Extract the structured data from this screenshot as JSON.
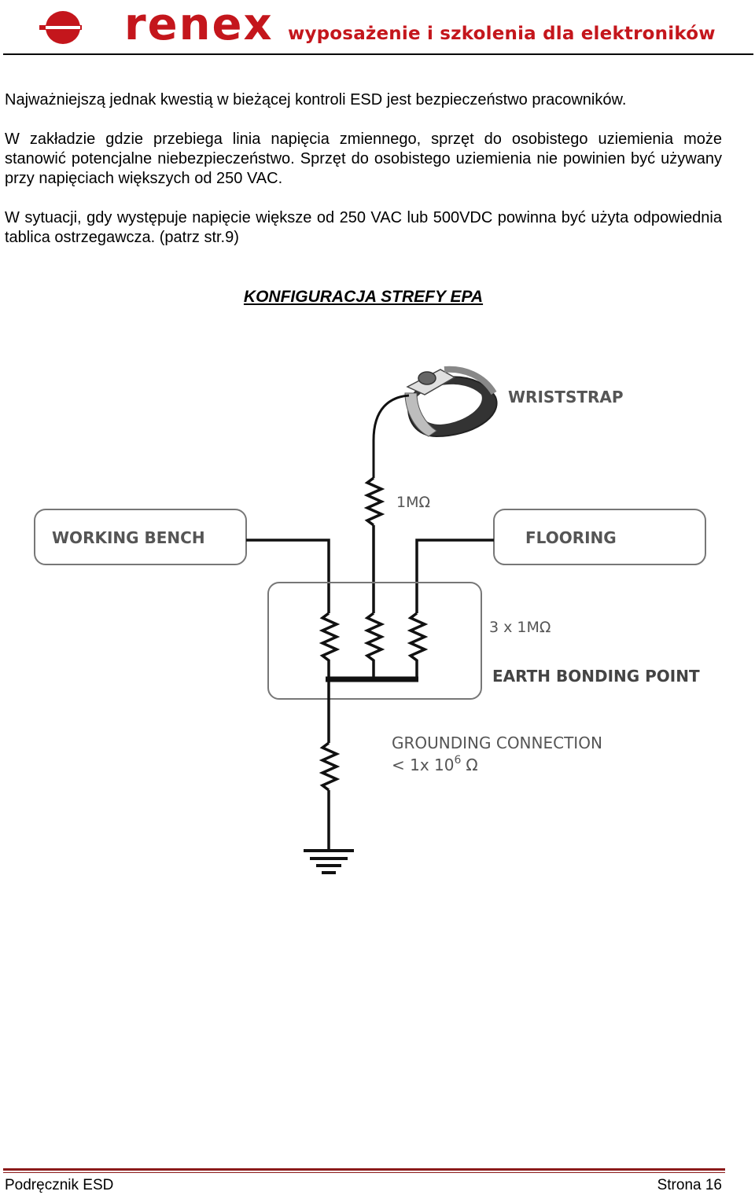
{
  "header": {
    "logo_text": "renex",
    "tagline": "wyposażenie i szkolenia dla elektroników"
  },
  "body": {
    "paragraph1": "Najważniejszą jednak kwestią w bieżącej kontroli ESD jest bezpieczeństwo pracowników.",
    "paragraph2": "W zakładzie gdzie przebiega linia napięcia zmiennego, sprzęt do osobistego uziemienia może stanowić potencjalne niebezpieczeństwo. Sprzęt do osobistego uziemienia nie powinien być używany przy napięciach większych od 250 VAC.",
    "paragraph3": "W sytuacji, gdy występuje napięcie większe od 250 VAC lub 500VDC powinna być użyta odpowiednia tablica ostrzegawcza. (patrz str.9)",
    "section_title": "KONFIGURACJA STREFY EPA"
  },
  "diagram": {
    "wriststrap_label": "WRISTSTRAP",
    "resistor_label": "1MΩ",
    "bench_label": "WORKING BENCH",
    "flooring_label": "FLOORING",
    "triple_resistor_label": "3 x 1MΩ",
    "earth_bonding_label": "EARTH BONDING POINT",
    "grounding_label": "GROUNDING CONNECTION",
    "grounding_value_prefix": "< 1x 10",
    "grounding_value_exponent": "6",
    "grounding_value_unit": "Ω"
  },
  "footer": {
    "left": "Podręcznik ESD",
    "right": "Strona 16"
  },
  "colors": {
    "brand_red": "#c4161c",
    "footer_rule": "#8b1a1a"
  }
}
